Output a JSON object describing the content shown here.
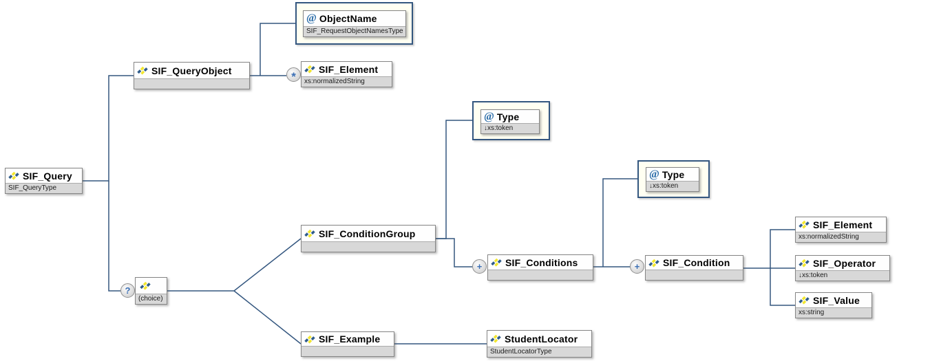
{
  "attribute_symbol": "@",
  "colors": {
    "connector_line": "#33567F",
    "attribute_container_border": "#33567F",
    "attribute_container_fill": "#FFFFF2",
    "node_footer_fill": "#D8D8D8",
    "icon_blue": "#2F5C8A",
    "icon_yellow": "#F2E72E",
    "occurrence_symbol_blue": "#3B6FB5"
  },
  "nodes": {
    "sif_query": {
      "label": "SIF_Query",
      "type": "SIF_QueryType"
    },
    "sif_query_object": {
      "label": "SIF_QueryObject",
      "type": ""
    },
    "object_name": {
      "label": "ObjectName",
      "type": "SIF_RequestObjectNamesType"
    },
    "sif_element_query": {
      "label": "SIF_Element",
      "type": "xs:normalizedString",
      "occurrence": "*"
    },
    "type_condition_group": {
      "label": "Type",
      "type": "↓xs:token"
    },
    "sif_condition_group": {
      "label": "SIF_ConditionGroup",
      "type": ""
    },
    "type_conditions": {
      "label": "Type",
      "type": "↓xs:token"
    },
    "sif_conditions": {
      "label": "SIF_Conditions",
      "type": "",
      "occurrence": "+"
    },
    "sif_condition": {
      "label": "SIF_Condition",
      "type": "",
      "occurrence": "+"
    },
    "sif_element_condition": {
      "label": "SIF_Element",
      "type": "xs:normalizedString"
    },
    "sif_operator": {
      "label": "SIF_Operator",
      "type": "↓xs:token"
    },
    "sif_value": {
      "label": "SIF_Value",
      "type": "xs:string"
    },
    "choice": {
      "label": "(choice)",
      "occurrence": "?"
    },
    "sif_example": {
      "label": "SIF_Example",
      "type": ""
    },
    "student_locator": {
      "label": "StudentLocator",
      "type": "StudentLocatorType"
    }
  }
}
